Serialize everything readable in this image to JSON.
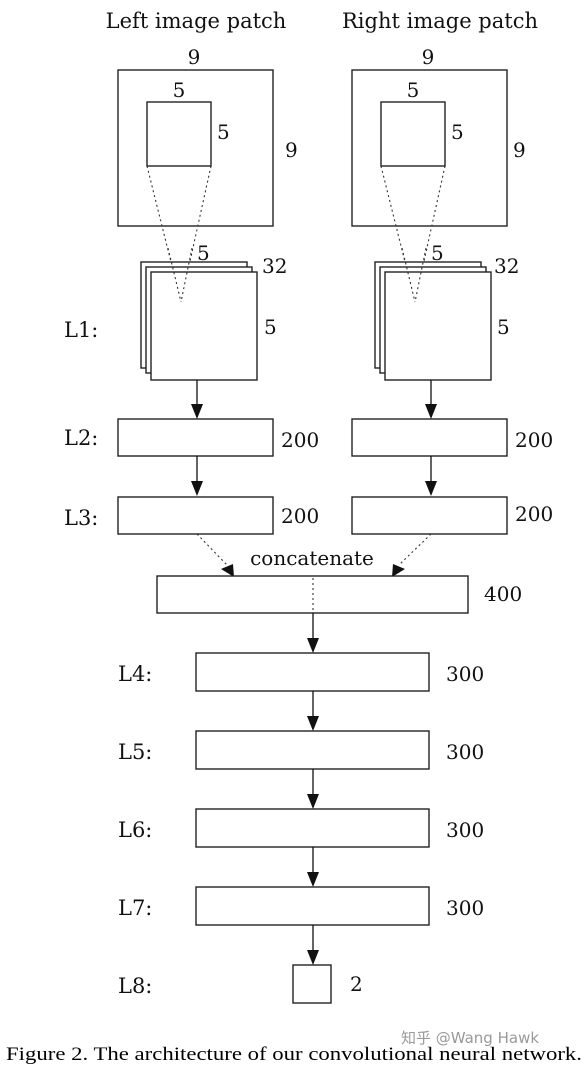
{
  "left_title": "Left image patch",
  "right_title": "Right image patch",
  "patch": {
    "outer_size": "9",
    "inner_size": "5"
  },
  "l1": {
    "depth": "32",
    "kernel": "5",
    "size": "5"
  },
  "layers": [
    {
      "label": "L1:"
    },
    {
      "label": "L2:",
      "units": "200"
    },
    {
      "label": "L3:",
      "units": "200"
    },
    {
      "label": "L4:",
      "units": "300"
    },
    {
      "label": "L5:",
      "units": "300"
    },
    {
      "label": "L6:",
      "units": "300"
    },
    {
      "label": "L7:",
      "units": "300"
    },
    {
      "label": "L8:",
      "units": "2"
    }
  ],
  "concat": {
    "label": "concatenate",
    "units": "400"
  },
  "caption": "Figure 2. The architecture of our convolutional neural network.",
  "watermark": "知乎 @Wang Hawk"
}
